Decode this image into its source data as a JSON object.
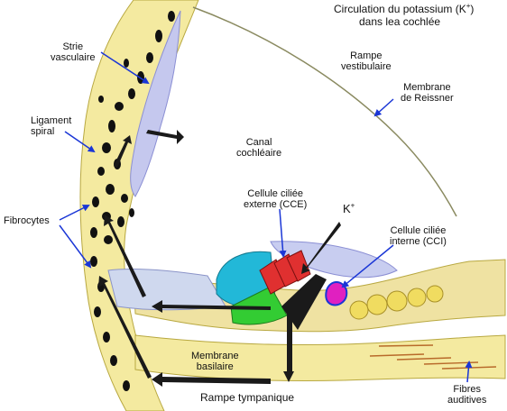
{
  "title": {
    "line1_prefix": "Circulation du potassium (K",
    "line1_sup": "+",
    "line1_suffix": ")",
    "line2": "dans  lea cochlée"
  },
  "labels": {
    "strie_vasculaire": [
      "Strie",
      "vasculaire"
    ],
    "rampe_vestibulaire": [
      "Rampe",
      "vestibulaire"
    ],
    "membrane_reissner": [
      "Membrane",
      "de Reissner"
    ],
    "ligament_spiral": [
      "Ligament",
      "spiral"
    ],
    "canal_cochleaire": [
      "Canal",
      "cochléaire"
    ],
    "cellule_externe": [
      "Cellule ciliée",
      "externe (CCE)"
    ],
    "potassium": {
      "base": "K",
      "sup": "+"
    },
    "fibrocytes": "Fibrocytes",
    "cellule_interne": [
      "Cellule ciliée",
      "interne (CCI)"
    ],
    "membrane_basilaire": [
      "Membrane",
      "basilaire"
    ],
    "rampe_tympanique": "Rampe tympanique",
    "fibres_auditives": [
      "Fibres",
      "auditives"
    ]
  },
  "colors": {
    "bone": "#f4eaa0",
    "stria": "#c5c8ee",
    "ligament_dots": "#111111",
    "pointer_arrows": "#1a36d6",
    "flow_arrows": "#1a1a1a",
    "outer_hair_cells": "#e03030",
    "deiters_green": "#33cc33",
    "hensen_cyan": "#22b8d8",
    "inner_hair_cell": "#e020c0",
    "tectorial": "#c8cdf0",
    "support_yellow": "#f0dc60",
    "nerve_fibres": "#b86a2a"
  }
}
